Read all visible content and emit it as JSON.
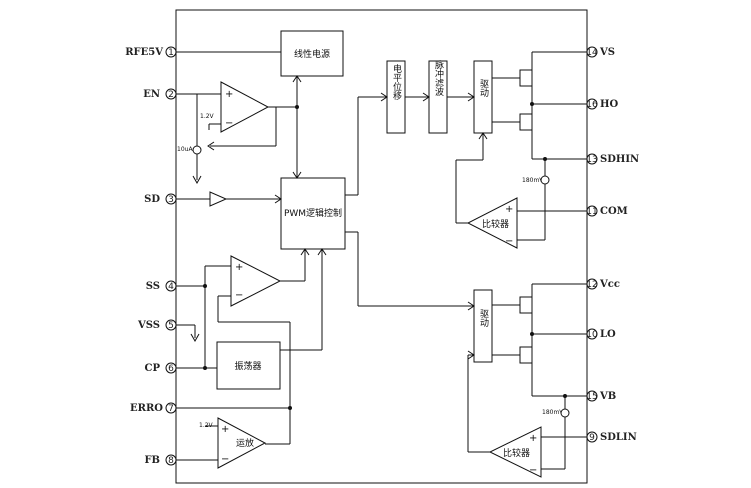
{
  "pins": [
    {
      "num": "1",
      "name": "RFE5V"
    },
    {
      "num": "2",
      "name": "EN"
    },
    {
      "num": "3",
      "name": "SD"
    },
    {
      "num": "4",
      "name": "SS"
    },
    {
      "num": "5",
      "name": "VSS"
    },
    {
      "num": "6",
      "name": "CP"
    },
    {
      "num": "7",
      "name": "ERRO"
    },
    {
      "num": "8",
      "name": "FB"
    },
    {
      "num": "9",
      "name": "SDLIN"
    },
    {
      "num": "10",
      "name": "LO"
    },
    {
      "num": "11",
      "name": "COM"
    },
    {
      "num": "12",
      "name": "Vcc"
    },
    {
      "num": "13",
      "name": "SDHIN"
    },
    {
      "num": "14",
      "name": "VS"
    },
    {
      "num": "15",
      "name": "VB"
    },
    {
      "num": "16",
      "name": "HO"
    }
  ],
  "blocks": {
    "linear_regulator": "线性电源",
    "pwm_logic": "PWM逻辑控制",
    "level_shift": "电平位移",
    "pulse_filter": "脉冲滤波",
    "driver_high": "驱动",
    "driver_low": "驱动",
    "oscillator": "振荡器",
    "opamp": "运放",
    "comparator_high": "比较器",
    "comparator_low": "比较器"
  },
  "labels": {
    "en_ref": "1.2V",
    "fb_ref": "1.2V",
    "en_current": "10uA",
    "vs_offset": "180mV",
    "com_offset": "180mV",
    "plus": "+",
    "minus": "−"
  }
}
